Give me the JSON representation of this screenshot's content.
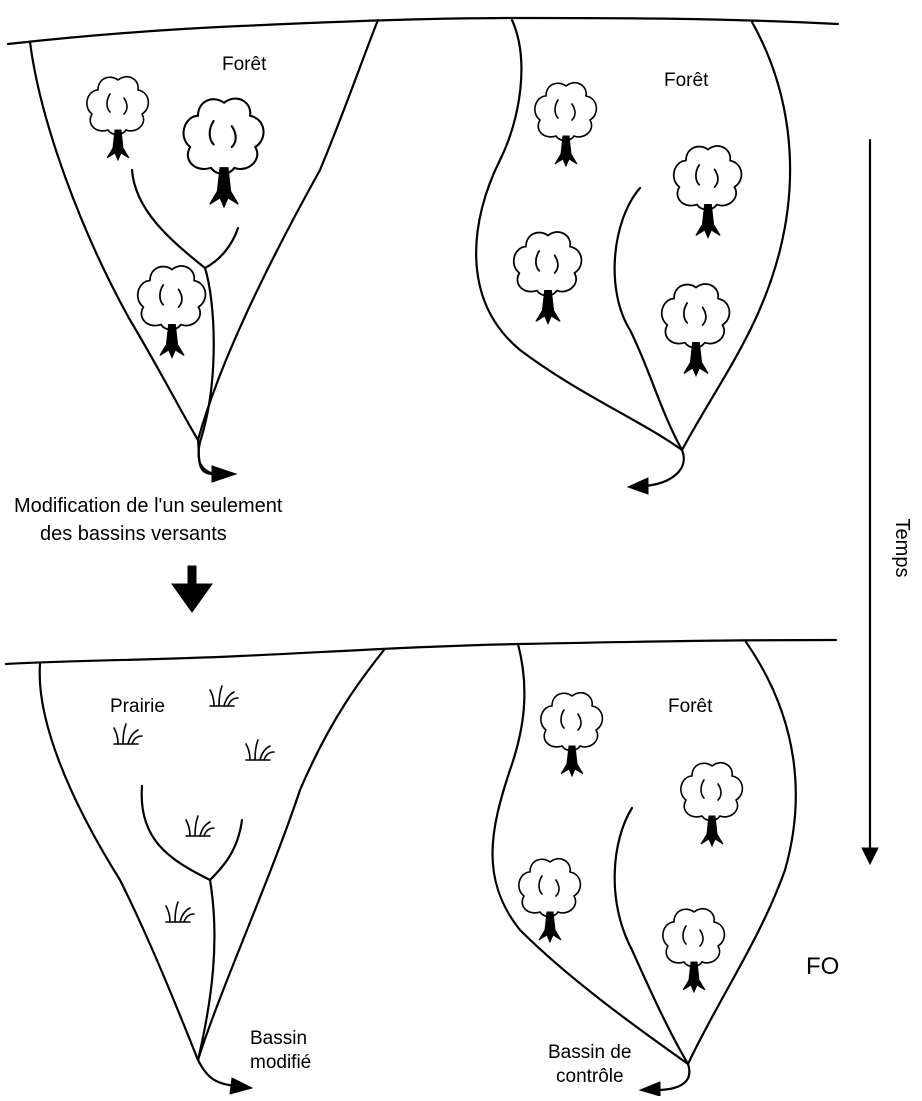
{
  "top": {
    "left_basin_label": "Forêt",
    "right_basin_label": "Forêt"
  },
  "transition": {
    "line1": "Modification de l'un seulement",
    "line2": "des bassins versants"
  },
  "time_axis_label": "Temps",
  "bottom": {
    "left_basin_label": "Prairie",
    "right_basin_label": "Forêt",
    "left_outlet_line1": "Bassin",
    "left_outlet_line2": "modifié",
    "right_outlet_line1": "Bassin de",
    "right_outlet_line2": "contrôle"
  },
  "margin_fragment": "FO"
}
